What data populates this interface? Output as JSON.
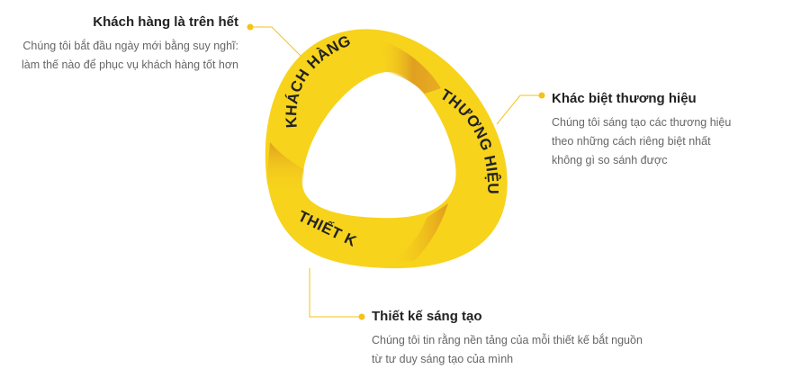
{
  "ring_labels": {
    "customer": "KHÁCH HÀNG",
    "brand": "THƯƠNG HIỆU",
    "design": "THIẾT KẾ"
  },
  "blocks": {
    "customer": {
      "title": "Khách hàng là trên hết",
      "lines": [
        "Chúng tôi bắt đầu ngày mới bằng suy nghĩ:",
        "làm thế nào để phục vụ khách hàng tốt hơn"
      ]
    },
    "brand": {
      "title": "Khác biệt thương hiệu",
      "lines": [
        "Chúng tôi sáng tạo các thương hiệu",
        "theo những cách riêng biệt nhất",
        "không gì so sánh được"
      ]
    },
    "design": {
      "title": "Thiết kế sáng tạo",
      "lines": [
        "Chúng tôi tin rằng nền tảng của mỗi thiết kế bắt nguồn",
        "từ tư duy sáng tạo của mình"
      ]
    }
  },
  "colors": {
    "ribbon": "#f7d31c",
    "ribbon_shadow": "#e0a020",
    "connector": "#f4c21a",
    "text_dark": "#222222",
    "text_body": "#666666"
  }
}
